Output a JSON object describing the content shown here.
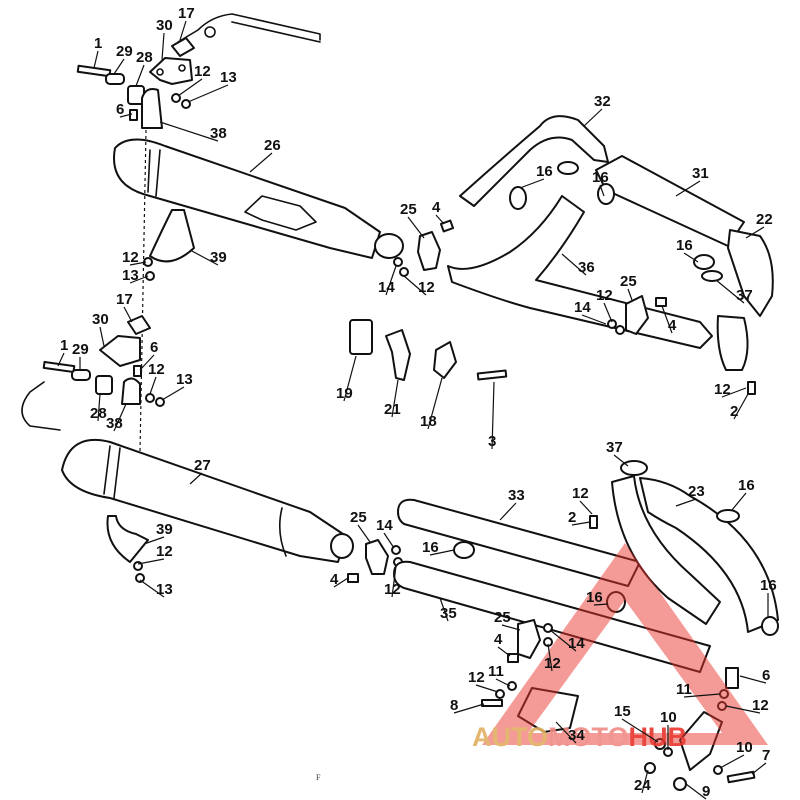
{
  "diagram": {
    "labels": [
      "1",
      "2",
      "3",
      "4",
      "6",
      "7",
      "8",
      "9",
      "10",
      "11",
      "12",
      "13",
      "14",
      "15",
      "16",
      "17",
      "18",
      "19",
      "21",
      "22",
      "23",
      "24",
      "25",
      "26",
      "27",
      "28",
      "29",
      "30",
      "31",
      "32",
      "33",
      "34",
      "35",
      "36",
      "37",
      "38",
      "39"
    ],
    "corner_mark": "F"
  },
  "watermark": {
    "part1": "AUTO",
    "part2": "MOTO",
    "part3": "HUB",
    "color_red": "#e8342c",
    "color_pink": "#f08a84",
    "color_tan": "#e0b060"
  }
}
